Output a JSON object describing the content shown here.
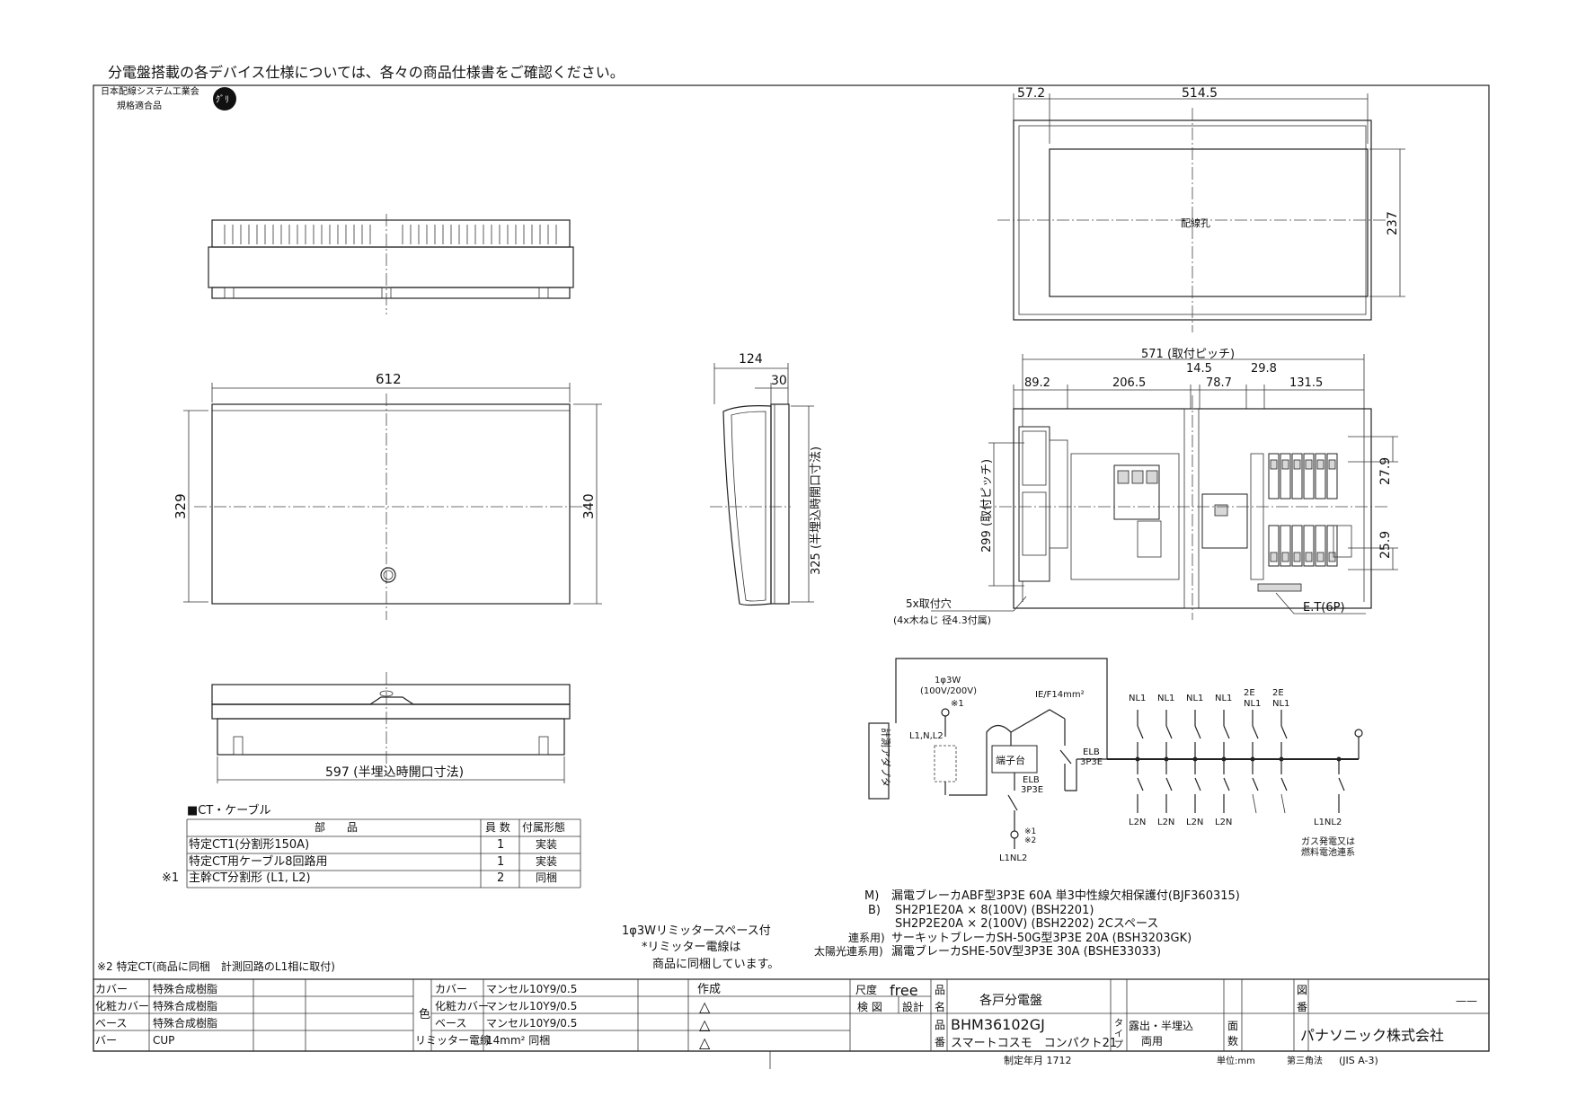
{
  "header_note": "分電盤搭載の各デバイス仕様については、各々の商品仕様書をご確認ください。",
  "assoc_badge": {
    "line1": "日本配線システム工業会",
    "line2": "規格適合品"
  },
  "dimensions": {
    "top_width": "612",
    "front_height": "329",
    "front_height_outer": "340",
    "bottom_opening": "597 (半埋込時開口寸法)",
    "side_depth": "124",
    "side_flange": "30",
    "side_opening": "325 (半埋込時開口寸法)",
    "back_left": "57.2",
    "back_width": "514.5",
    "back_height": "237",
    "back_label": "配線孔",
    "pitch_total": "571 (取付ピッチ)",
    "d1": "89.2",
    "d2": "206.5",
    "d3": "14.5",
    "d4": "78.7",
    "d5": "29.8",
    "d6": "131.5",
    "v_pitch": "299 (取付ピッチ)",
    "v1": "27.9",
    "v2": "25.9",
    "holes": "5x取付穴",
    "holes_note": "(4x木ねじ 径4.3付属)",
    "et": "E.T(6P)"
  },
  "ct_table": {
    "title": "■CT・ケーブル",
    "headers": [
      "部　　品",
      "員 数",
      "付属形態"
    ],
    "rows": [
      {
        "mark": "",
        "part": "特定CT1(分割形150A)",
        "qty": "1",
        "form": "実装"
      },
      {
        "mark": "",
        "part": "特定CT用ケーブル8回路用",
        "qty": "1",
        "form": "実装"
      },
      {
        "mark": "※1",
        "part": "主幹CT分割形 (L1, L2)",
        "qty": "2",
        "form": "同梱"
      }
    ],
    "note2": "※2 特定CT(商品に同梱　計測回路のL1相に取付)"
  },
  "limiter_note": [
    "1φ3Wリミッタースペース付",
    "*リミッター電線は",
    "商品に同梱しています。"
  ],
  "circuit": {
    "adapter": "計測アダプタ",
    "supply": [
      "1φ3W",
      "(100V/200V)"
    ],
    "mark1": "※1",
    "lnl2": "L1,N,L2",
    "ie": "IE/F14mm²",
    "terminal": "端子台",
    "elb1": [
      "ELB",
      "3P3E"
    ],
    "elb2": [
      "ELB",
      "3P3E"
    ],
    "mark2": "※1",
    "mark3": "※2",
    "out": "L1NL2",
    "top_labels": [
      "NL1",
      "NL1",
      "NL1",
      "NL1",
      "2E",
      "2E"
    ],
    "top_labels2": [
      "",
      "",
      "",
      "",
      "NL1",
      "NL1"
    ],
    "bottom_labels": [
      "L2N",
      "L2N",
      "L2N",
      "L2N"
    ],
    "right_out": "L1NL2",
    "gas": [
      "ガス発電又は",
      "燃料電池連系"
    ]
  },
  "specs": [
    {
      "k": "M)",
      "v": "漏電ブレーカABF型3P3E 60A 単3中性線欠相保護付(BJF360315)"
    },
    {
      "k": "B)",
      "v": "SH2P1E20A × 8(100V) (BSH2201)"
    },
    {
      "k": "",
      "v": "SH2P2E20A × 2(100V) (BSH2202) 2Cスペース"
    },
    {
      "k": "連系用)",
      "v": "サーキットブレーカSH-50G型3P3E 20A (BSH3203GK)"
    },
    {
      "k": "太陽光連系用)",
      "v": "漏電ブレーカSHE-50V型3P3E 30A (BSHE33033)"
    }
  ],
  "title_block": {
    "mat": [
      {
        "k": "カバー",
        "v": "特殊合成樹脂"
      },
      {
        "k": "化粧カバー",
        "v": "特殊合成樹脂"
      },
      {
        "k": "ベース",
        "v": "特殊合成樹脂"
      },
      {
        "k": "バー",
        "v": "CUP"
      }
    ],
    "color_label": "色",
    "color": [
      {
        "k": "カバー",
        "v": "マンセル10Y9/0.5"
      },
      {
        "k": "化粧カバー",
        "v": "マンセル10Y9/0.5"
      },
      {
        "k": "ベース",
        "v": "マンセル10Y9/0.5"
      },
      {
        "k": "リミッター電線",
        "v": "14mm² 同梱"
      }
    ],
    "sakusei": "作成",
    "tri": "△",
    "scale_label": "尺度",
    "scale": "free",
    "kenzu": "検 図",
    "sekkei": "設計",
    "hin": "品",
    "mei": "名",
    "ban": "番",
    "product_name": "各戸分電盤",
    "model": "BHM36102GJ",
    "series": "スマートコスモ　コンパクト21",
    "type1": "タ",
    "type2": "イ",
    "type3": "プ",
    "install": "露出・半埋込",
    "install2": "両用",
    "men": "面",
    "su": "数",
    "zu": "図",
    "ban2": "番",
    "company": "パナソニック株式会社",
    "date": "制定年月 1712",
    "unit": "単位:mm",
    "angle": "第三角法",
    "jis": "(JIS A-3)",
    "dash": "——"
  }
}
